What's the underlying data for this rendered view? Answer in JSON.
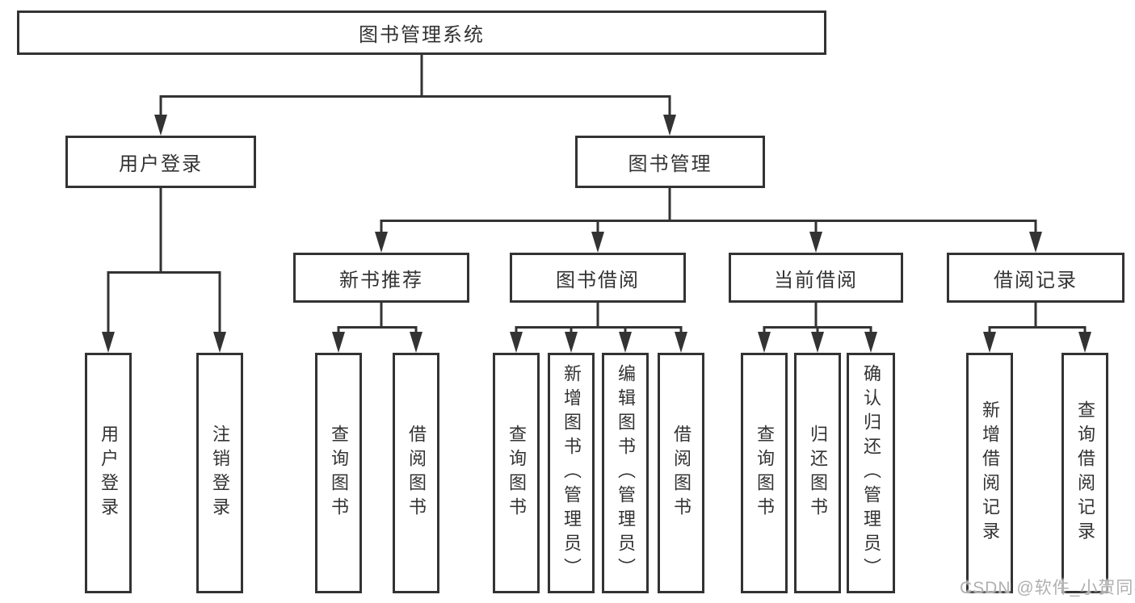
{
  "diagram": {
    "root": {
      "label": "图书管理系统"
    },
    "level2": [
      {
        "label": "用户登录"
      },
      {
        "label": "图书管理"
      }
    ],
    "level3": [
      {
        "label": "新书推荐",
        "parent": "图书管理"
      },
      {
        "label": "图书借阅",
        "parent": "图书管理"
      },
      {
        "label": "当前借阅",
        "parent": "图书管理"
      },
      {
        "label": "借阅记录",
        "parent": "图书管理"
      }
    ],
    "leaves": [
      {
        "label": "用户登录",
        "parent": "用户登录"
      },
      {
        "label": "注销登录",
        "parent": "用户登录"
      },
      {
        "label": "查询图书",
        "parent": "新书推荐"
      },
      {
        "label": "借阅图书",
        "parent": "新书推荐"
      },
      {
        "label": "查询图书",
        "parent": "图书借阅"
      },
      {
        "label": "新增图书（管理员）",
        "parent": "图书借阅"
      },
      {
        "label": "编辑图书（管理员）",
        "parent": "图书借阅"
      },
      {
        "label": "借阅图书",
        "parent": "图书借阅"
      },
      {
        "label": "查询图书",
        "parent": "当前借阅"
      },
      {
        "label": "归还图书",
        "parent": "当前借阅"
      },
      {
        "label": "确认归还（管理员）",
        "parent": "当前借阅"
      },
      {
        "label": "新增借阅记录",
        "parent": "借阅记录"
      },
      {
        "label": "查询借阅记录",
        "parent": "借阅记录"
      }
    ],
    "watermark": "CSDN @软件_小贺同学",
    "colors": {
      "line": "#333333",
      "text": "#333333",
      "node_fill": "#ffffff",
      "watermark": "#b0b0b0",
      "background": "#ffffff"
    }
  }
}
